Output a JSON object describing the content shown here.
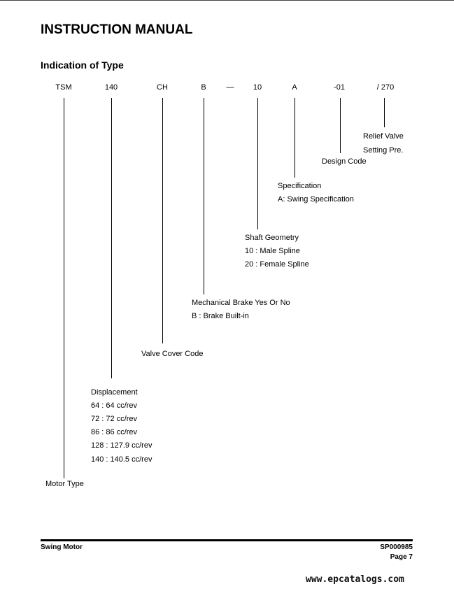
{
  "title": "INSTRUCTION MANUAL",
  "section": "Indication of Type",
  "codes": [
    "TSM",
    "140",
    "CH",
    "B",
    "—",
    "10",
    "A",
    "-01",
    "/  270"
  ],
  "labels": {
    "relief": [
      "Relief Valve",
      "Setting Pre."
    ],
    "design": [
      "Design Code"
    ],
    "spec": [
      "Specification",
      "A: Swing Specification"
    ],
    "shaft": [
      "Shaft Geometry",
      "10 : Male Spline",
      "20 : Female Spline"
    ],
    "brake": [
      "Mechanical Brake Yes Or No",
      "B : Brake Built-in"
    ],
    "valve": [
      "Valve Cover Code"
    ],
    "disp": [
      "Displacement",
      "64 : 64 cc/rev",
      "72 : 72 cc/rev",
      "86 : 86 cc/rev",
      "128 : 127.9 cc/rev",
      "140 : 140.5 cc/rev"
    ],
    "motor": [
      "Motor Type"
    ]
  },
  "footer": {
    "left": "Swing Motor",
    "doc": "SP000985",
    "page": "Page 7"
  },
  "watermark": "www.epcatalogs.com"
}
